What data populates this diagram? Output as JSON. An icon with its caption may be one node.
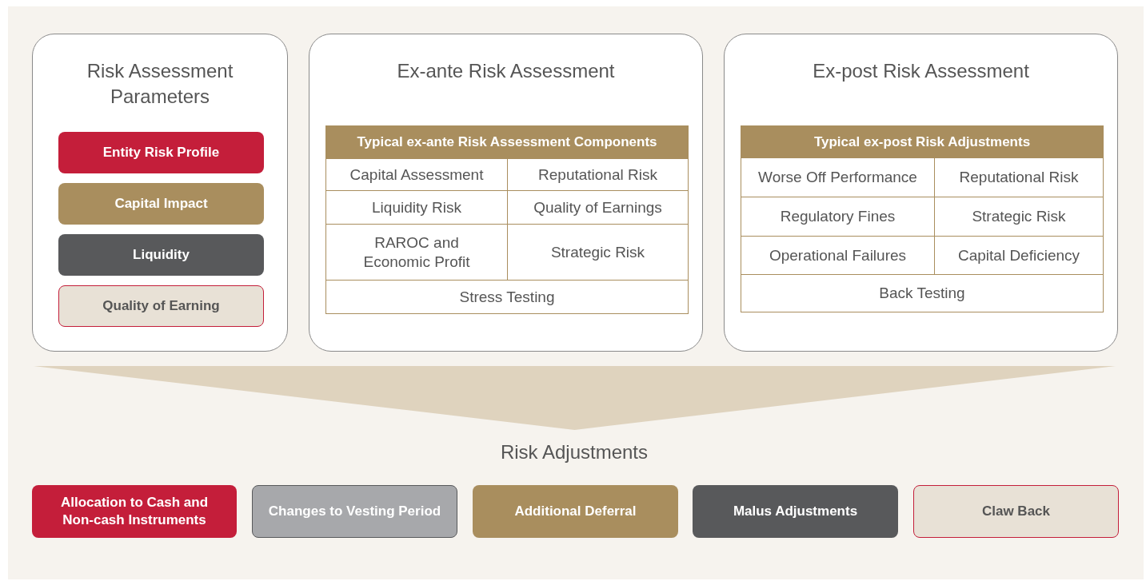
{
  "diagram": {
    "nodes": [
      {
        "text": [
          "Risk Assessment Parameters"
        ]
      },
      {
        "text": [
          "Entity Risk Profile"
        ],
        "in": 0
      },
      {
        "text": [
          "Capital Impact"
        ],
        "in": 0
      },
      {
        "text": [
          "Liquidity"
        ],
        "in": 0
      },
      {
        "text": [
          "Quality of Earning"
        ],
        "in": 0
      },
      {
        "text": [
          "Ex-ante Risk Assessment"
        ]
      },
      {
        "text": [
          "Typical ex-ante Risk Assessment Components"
        ],
        "in": 5
      },
      {
        "text": [
          "Capital Assessment"
        ],
        "in": 5
      },
      {
        "text": [
          "Reputational Risk"
        ],
        "in": 5
      },
      {
        "text": [
          "Liquidity Risk"
        ],
        "in": 5
      },
      {
        "text": [
          "Quality of Earnings"
        ],
        "in": 5
      },
      {
        "text": [
          "RAROC and Economic Profit"
        ],
        "in": 5
      },
      {
        "text": [
          "Strategic Risk"
        ],
        "in": 5
      },
      {
        "text": [
          "Stress Testing"
        ],
        "in": 5
      },
      {
        "text": [
          "Ex-post Risk Assessment"
        ]
      },
      {
        "text": [
          "Typical ex-post Risk Adjustments"
        ],
        "in": 14
      },
      {
        "text": [
          "Worse Off Performance"
        ],
        "in": 14
      },
      {
        "text": [
          "Reputational Risk"
        ],
        "in": 14
      },
      {
        "text": [
          "Regulatory Fines"
        ],
        "in": 14
      },
      {
        "text": [
          "Strategic Risk"
        ],
        "in": 14
      },
      {
        "text": [
          "Operational Failures"
        ],
        "in": 14
      },
      {
        "text": [
          "Capital Deficiency"
        ],
        "in": 14
      },
      {
        "text": [
          "Back Testing"
        ],
        "in": 14
      },
      {
        "text": [],
        "shape": "triangle"
      },
      {
        "text": [
          "Allocation to Cash and Non-cash Instruments"
        ]
      },
      {
        "text": [
          "Changes to Vesting Period"
        ]
      },
      {
        "text": [
          "Additional Deferral"
        ]
      },
      {
        "text": [
          "Malus Adjustments"
        ]
      },
      {
        "text": [
          "Claw Back"
        ]
      }
    ],
    "edges": [],
    "labels": [
      "Risk Adjustments"
    ]
  }
}
